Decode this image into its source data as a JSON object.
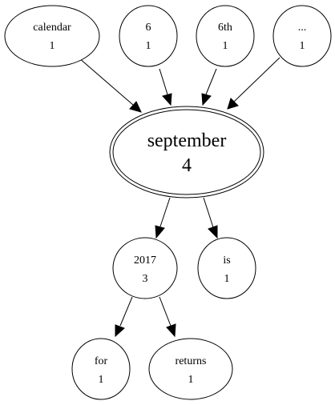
{
  "graph": {
    "nodes": {
      "calendar": {
        "word": "calendar",
        "count": "1"
      },
      "six": {
        "word": "6",
        "count": "1"
      },
      "sixth": {
        "word": "6th",
        "count": "1"
      },
      "ellipsis": {
        "word": "...",
        "count": "1"
      },
      "september": {
        "word": "september",
        "count": "4"
      },
      "y2017": {
        "word": "2017",
        "count": "3"
      },
      "is": {
        "word": "is",
        "count": "1"
      },
      "for": {
        "word": "for",
        "count": "1"
      },
      "returns": {
        "word": "returns",
        "count": "1"
      }
    },
    "edges": [
      {
        "from": "calendar",
        "to": "september"
      },
      {
        "from": "six",
        "to": "september"
      },
      {
        "from": "sixth",
        "to": "september"
      },
      {
        "from": "ellipsis",
        "to": "september"
      },
      {
        "from": "september",
        "to": "y2017"
      },
      {
        "from": "september",
        "to": "is"
      },
      {
        "from": "y2017",
        "to": "for"
      },
      {
        "from": "y2017",
        "to": "returns"
      }
    ]
  }
}
